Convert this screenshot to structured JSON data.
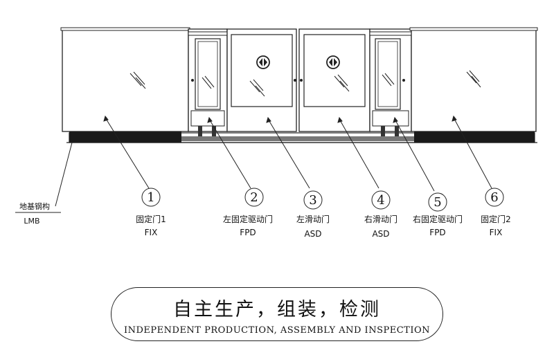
{
  "items": [
    {
      "number": "1",
      "cn": "固定门1",
      "en": "FIX"
    },
    {
      "number": "2",
      "cn": "左固定驱动门",
      "en": "FPD"
    },
    {
      "number": "3",
      "cn": "左滑动门",
      "en": "ASD"
    },
    {
      "number": "4",
      "cn": "右滑动门",
      "en": "ASD"
    },
    {
      "number": "5",
      "cn": "右固定驱动门",
      "en": "FPD"
    },
    {
      "number": "6",
      "cn": "固定门2",
      "en": "FIX"
    }
  ],
  "base": {
    "cn": "地基钢构",
    "en": "LMB"
  },
  "banner": {
    "title": "自主生产，组装，检测",
    "subtitle": "INDEPENDENT PRODUCTION, ASSEMBLY AND INSPECTION"
  }
}
